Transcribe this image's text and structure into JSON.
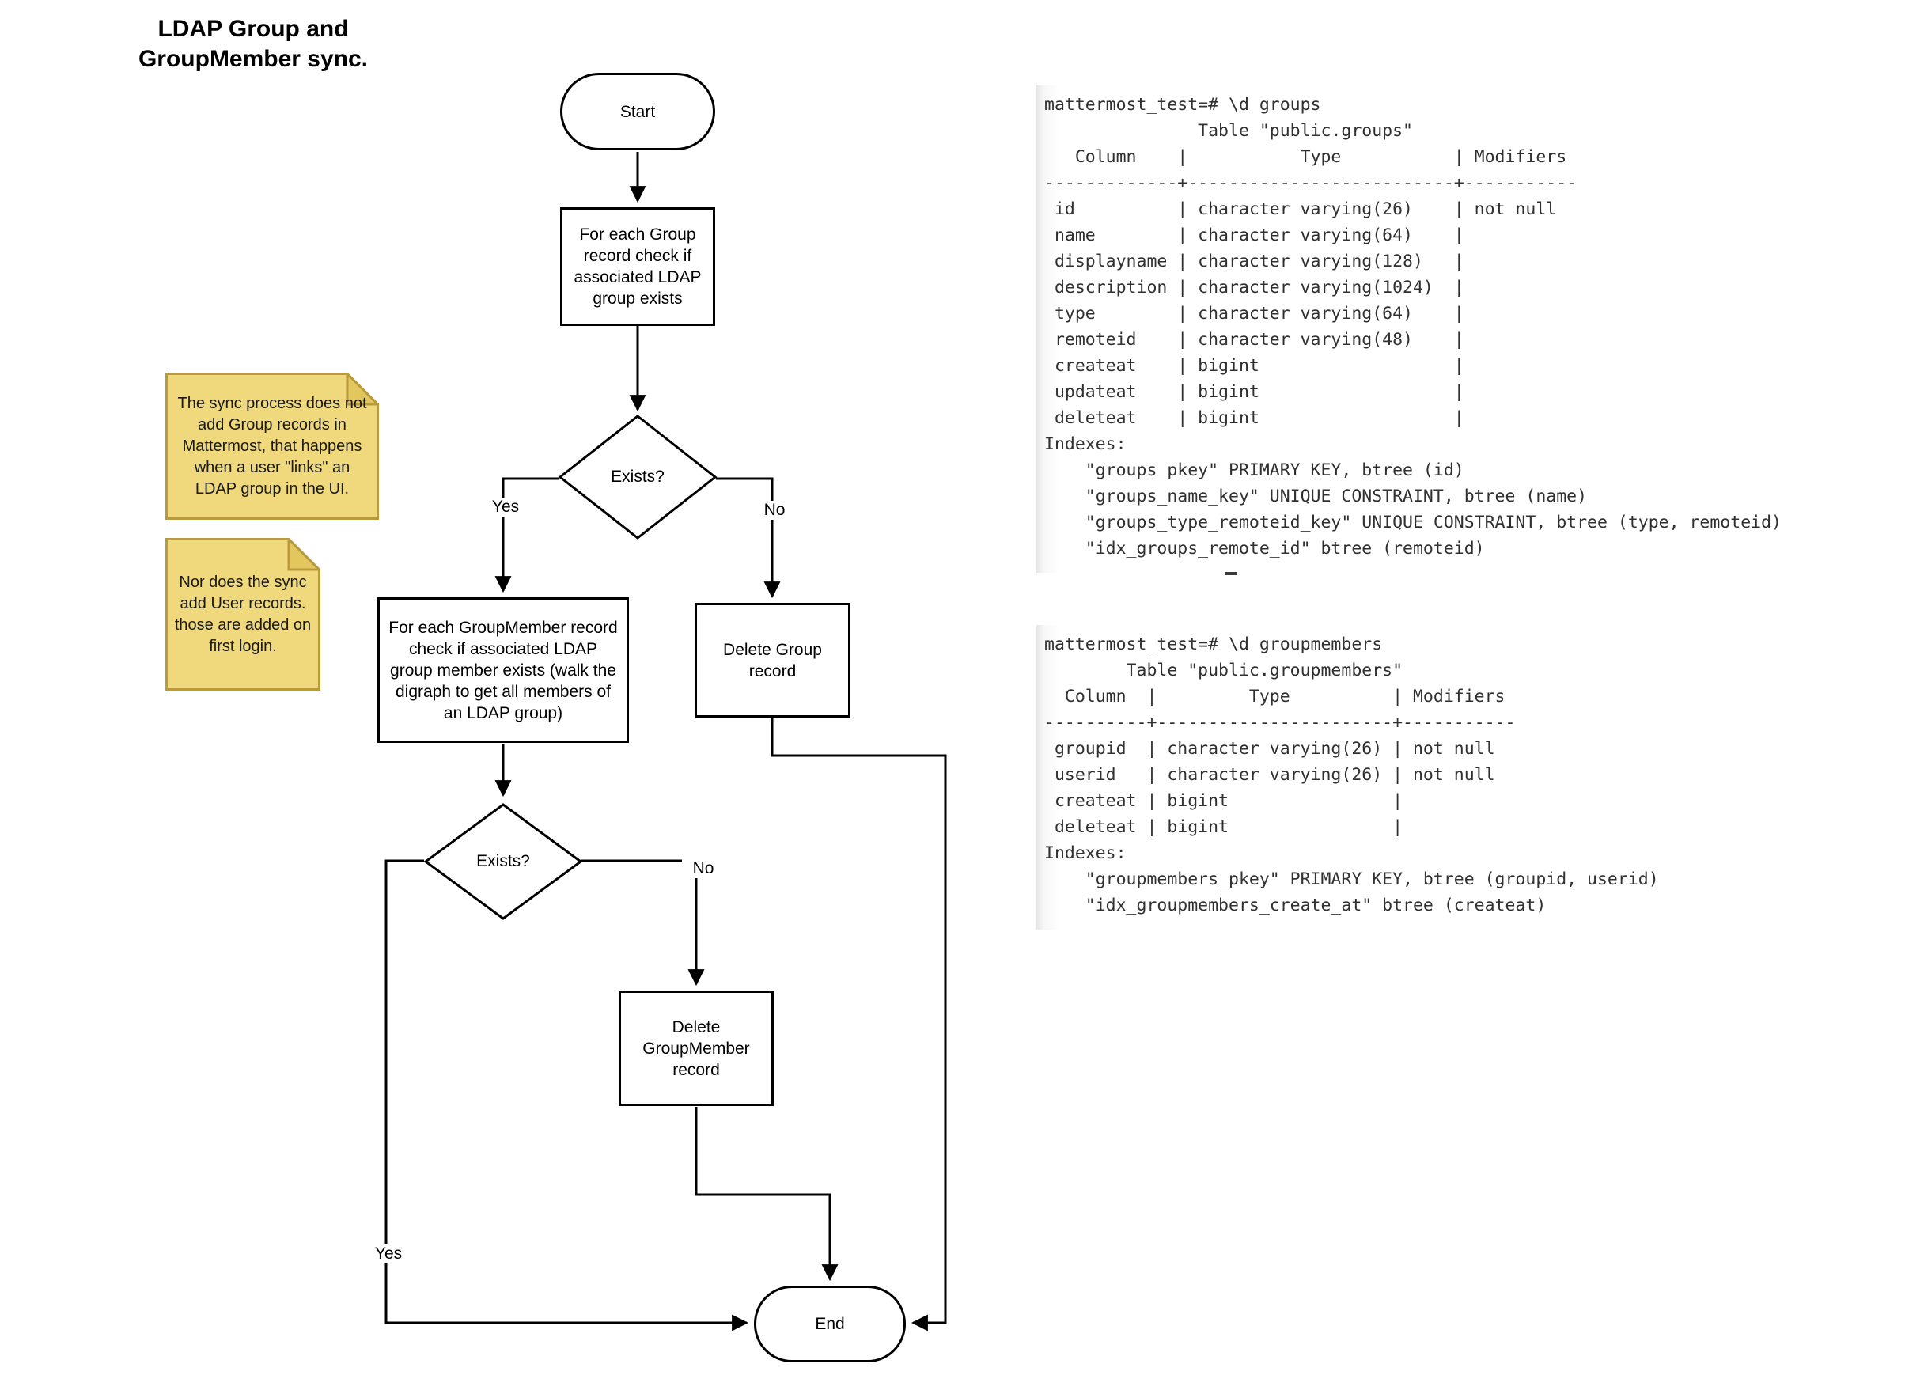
{
  "title": {
    "line1": "LDAP Group and",
    "line2": "GroupMember sync."
  },
  "flowchart": {
    "start_label": "Start",
    "process_group_label": "For each Group record check if associated LDAP group exists",
    "decision1_label": "Exists?",
    "yes1": "Yes",
    "no1": "No",
    "delete_group_label": "Delete Group record",
    "process_member_label": "For each GroupMember record check if associated LDAP group member exists (walk the digraph to get all members of an LDAP group)",
    "decision2_label": "Exists?",
    "yes2": "Yes",
    "no2": "No",
    "delete_member_label": "Delete GroupMember record",
    "end_label": "End"
  },
  "notes": [
    {
      "text": "The sync process does not add Group records in Mattermost, that happens when a user \"links\" an LDAP group in the UI."
    },
    {
      "text": "Nor does the sync add User records. those are added on first login."
    }
  ],
  "terminals": [
    {
      "lines": [
        "mattermost_test=# \\d groups",
        "               Table \"public.groups\"",
        "   Column    |           Type           | Modifiers",
        "-------------+--------------------------+-----------",
        " id          | character varying(26)    | not null",
        " name        | character varying(64)    | ",
        " displayname | character varying(128)   | ",
        " description | character varying(1024)  | ",
        " type        | character varying(64)    | ",
        " remoteid    | character varying(48)    | ",
        " createat    | bigint                   | ",
        " updateat    | bigint                   | ",
        " deleteat    | bigint                   | ",
        "Indexes:",
        "    \"groups_pkey\" PRIMARY KEY, btree (id)",
        "    \"groups_name_key\" UNIQUE CONSTRAINT, btree (name)",
        "    \"groups_type_remoteid_key\" UNIQUE CONSTRAINT, btree (type, remoteid)",
        "    \"idx_groups_remote_id\" btree (remoteid)"
      ]
    },
    {
      "lines": [
        "mattermost_test=# \\d groupmembers",
        "        Table \"public.groupmembers\"",
        "  Column  |         Type          | Modifiers",
        "----------+-----------------------+-----------",
        " groupid  | character varying(26) | not null",
        " userid   | character varying(26) | not null",
        " createat | bigint                | ",
        " deleteat | bigint                | ",
        "Indexes:",
        "    \"groupmembers_pkey\" PRIMARY KEY, btree (groupid, userid)",
        "    \"idx_groupmembers_create_at\" btree (createat)"
      ]
    }
  ],
  "colors": {
    "note_fill": "#F0D87C",
    "note_fold": "#E2C75F",
    "note_border": "#B99A3C",
    "line": "#000000",
    "terminal_text": "#303030"
  }
}
